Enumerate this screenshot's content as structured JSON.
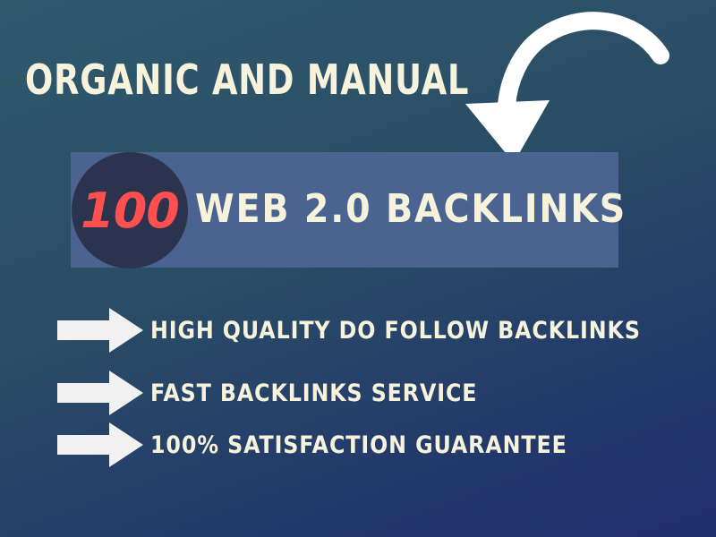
{
  "headline": "ORGANIC AND MANUAL",
  "banner": {
    "number": "100",
    "text": "WEB 2.0 BACKLINKS"
  },
  "bullets": [
    "HIGH QUALITY DO FOLLOW BACKLINKS",
    "FAST BACKLINKS SERVICE",
    "100% SATISFACTION GUARANTEE"
  ],
  "colors": {
    "text": "#f6f2dc",
    "accent": "#ff4f4f",
    "banner": "#4a6390",
    "badge": "#2b334f"
  },
  "icons": {
    "curve": "curved-arrow-icon",
    "bullet": "right-arrow-icon"
  }
}
